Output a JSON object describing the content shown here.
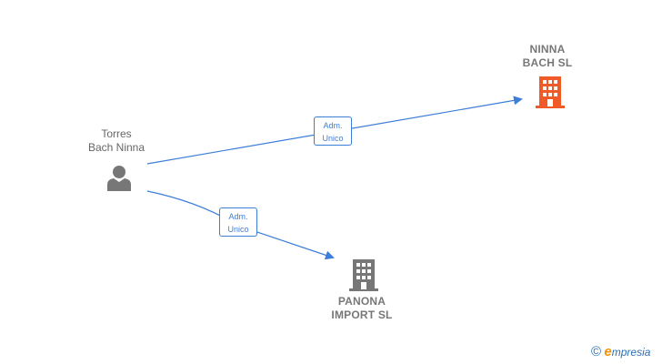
{
  "nodes": {
    "person": {
      "line1": "Torres",
      "line2": "Bach Ninna",
      "icon": "person-icon"
    },
    "company1": {
      "line1": "NINNA",
      "line2": "BACH  SL",
      "icon": "building-icon",
      "color": "#f05a28"
    },
    "company2": {
      "line1": "PANONA",
      "line2": "IMPORT  SL",
      "icon": "building-icon",
      "color": "#777777"
    }
  },
  "edges": [
    {
      "label_line1": "Adm.",
      "label_line2": "Unico"
    },
    {
      "label_line1": "Adm.",
      "label_line2": "Unico"
    }
  ],
  "colors": {
    "edge": "#3d7ed8",
    "person_icon": "#777777"
  },
  "brand": {
    "copyright": "©",
    "e": "e",
    "rest": "mpresia"
  }
}
